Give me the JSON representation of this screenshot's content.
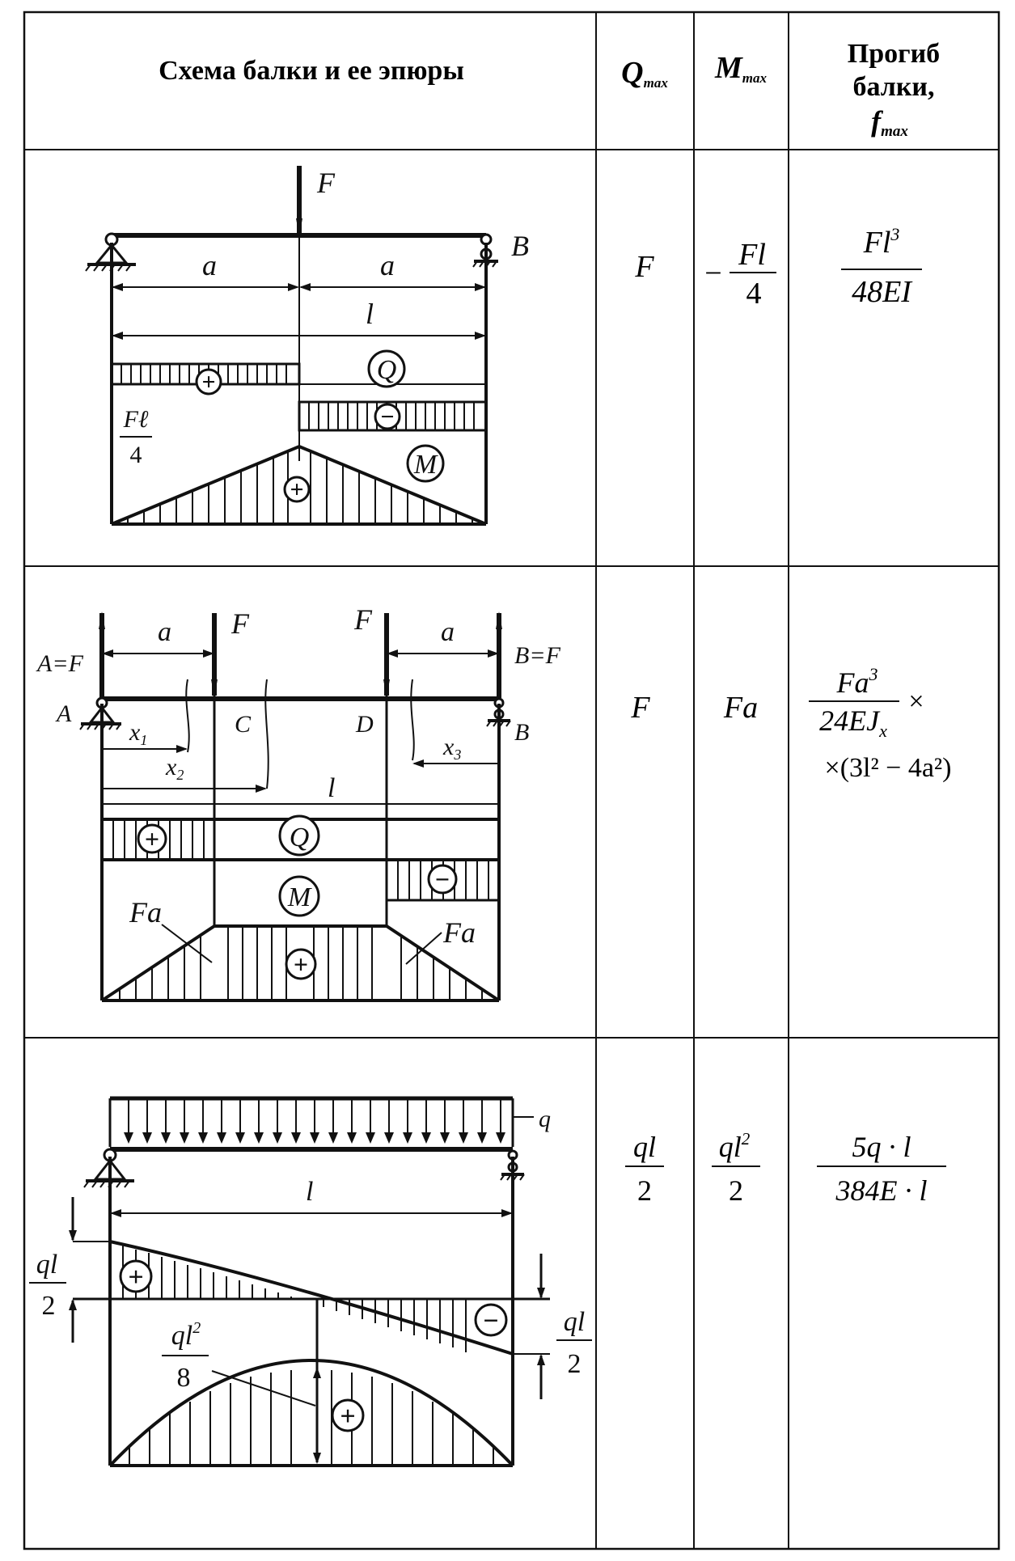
{
  "header": {
    "scheme": "Схема балки и ее эпюры",
    "q_main": "Q",
    "q_sub": "max",
    "m_main": "M",
    "m_sub": "max",
    "defl_line1": "Прогиб",
    "defl_line2": "балки,",
    "defl_main": "f",
    "defl_sub": "max"
  },
  "row1": {
    "qmax": "F",
    "mmax": {
      "sign": "−",
      "num": "Fl",
      "den": "4"
    },
    "fmax": {
      "num": "Fl",
      "num_sup": "3",
      "den": "48EI"
    },
    "labels": {
      "F": "F",
      "B": "B",
      "a": "a",
      "l": "l",
      "Q": "Q",
      "M": "M",
      "moment_num": "Fℓ",
      "moment_den": "4",
      "plus": "+",
      "minus": "−"
    }
  },
  "row2": {
    "qmax": "F",
    "mmax": "Fa",
    "fmax": {
      "num": "Fa",
      "num_sup": "3",
      "den": "24EJ",
      "den_sub": "x",
      "times": "×",
      "line2": "×(3l² − 4a²)"
    },
    "labels": {
      "F": "F",
      "a": "a",
      "A_eq": "A=F",
      "B_eq": "B=F",
      "A": "A",
      "B": "B",
      "C": "C",
      "D": "D",
      "x1": "x",
      "x1_sub": "1",
      "x2": "x",
      "x2_sub": "2",
      "x3": "x",
      "x3_sub": "3",
      "l": "l",
      "Q": "Q",
      "M": "M",
      "Fa": "Fa",
      "plus": "+",
      "minus": "−"
    }
  },
  "row3": {
    "qmax": {
      "num": "ql",
      "den": "2"
    },
    "mmax": {
      "num": "ql",
      "num_sup": "2",
      "den": "2"
    },
    "fmax": {
      "num": "5q · l",
      "den": "384E · l"
    },
    "labels": {
      "q": "q",
      "l": "l",
      "ql": "ql",
      "two": "2",
      "ql2": "ql",
      "sup2": "2",
      "eight": "8",
      "plus": "+",
      "minus": "−"
    }
  }
}
